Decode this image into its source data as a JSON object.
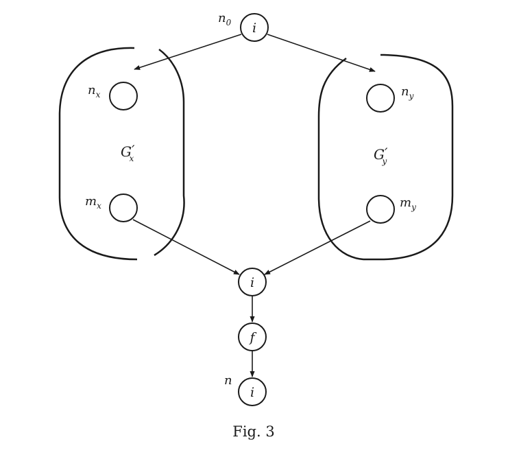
{
  "figure": {
    "caption": "Fig. 3"
  },
  "groups": {
    "left": {
      "label_main": "G",
      "label_prime": "′",
      "label_sub": "x"
    },
    "right": {
      "label_main": "G",
      "label_prime": "′",
      "label_sub": "y"
    }
  },
  "nodes": {
    "top": {
      "symbol": "i",
      "ext_main": "n",
      "ext_sub": "0"
    },
    "nx": {
      "symbol": "",
      "ext_main": "n",
      "ext_sub": "x"
    },
    "mx": {
      "symbol": "",
      "ext_main": "m",
      "ext_sub": "x"
    },
    "ny": {
      "symbol": "",
      "ext_main": "n",
      "ext_sub": "y"
    },
    "my": {
      "symbol": "",
      "ext_main": "m",
      "ext_sub": "y"
    },
    "join": {
      "symbol": "i"
    },
    "func": {
      "symbol": "f"
    },
    "bottom": {
      "symbol": "i",
      "ext_main": "n"
    }
  }
}
